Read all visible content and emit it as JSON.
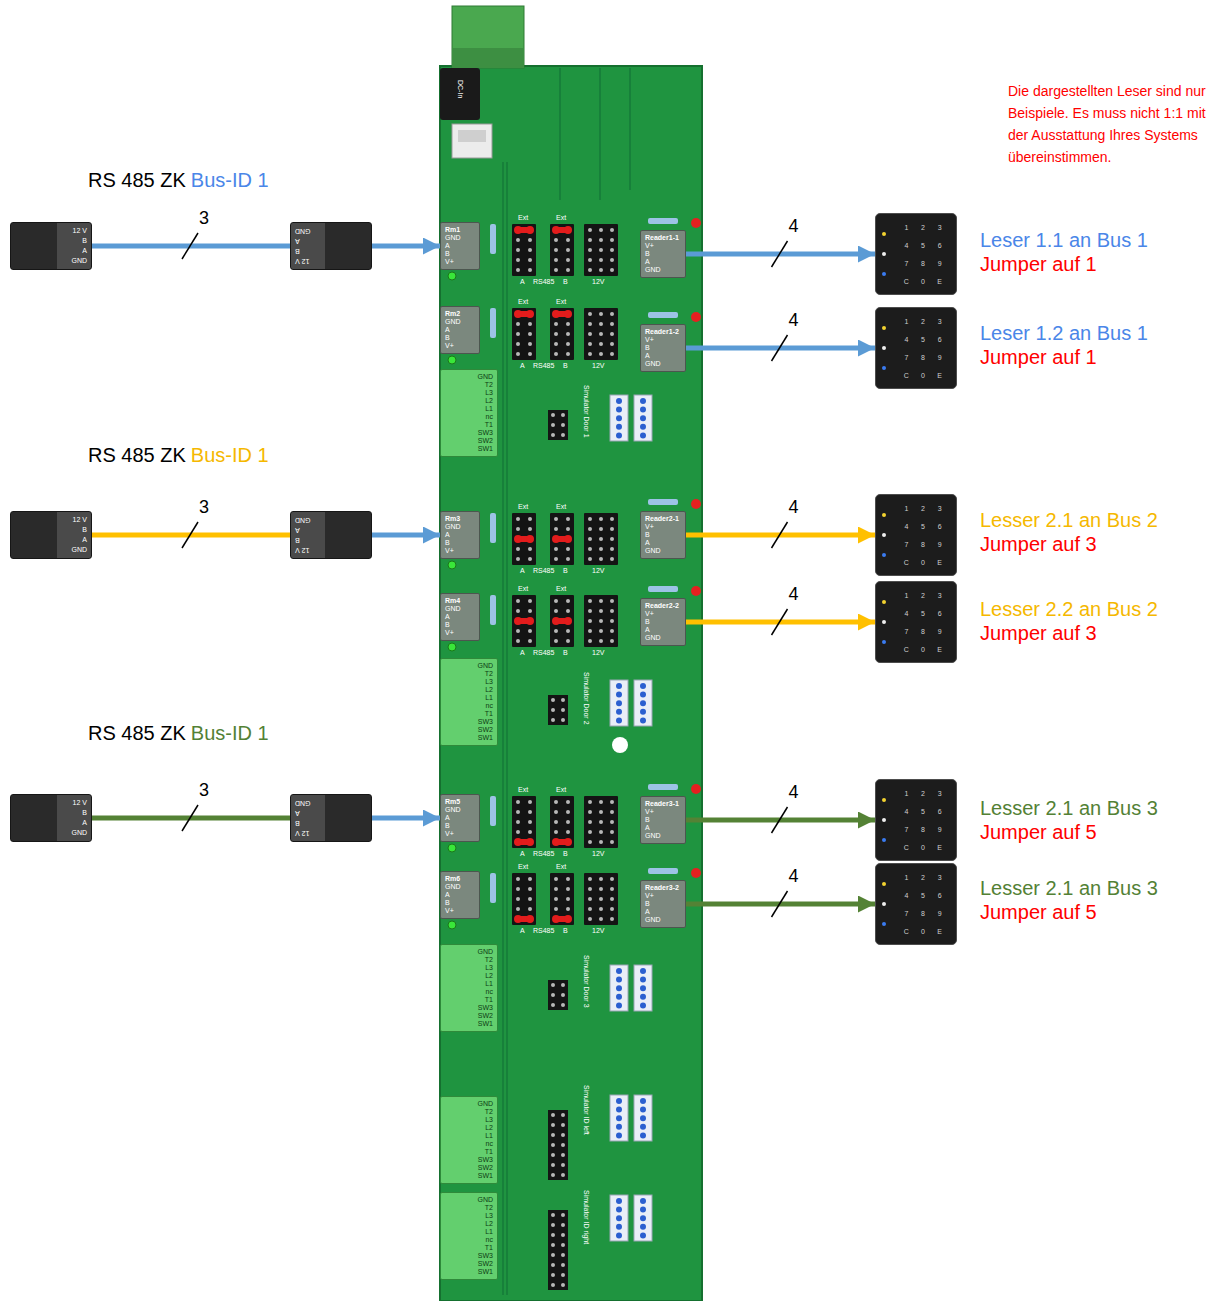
{
  "diagram": {
    "nodes": [
      {
        "text": [
          "12 V",
          "B",
          "A",
          "GND"
        ]
      },
      {
        "text": [
          "12 V",
          "B",
          "A",
          "GND"
        ]
      },
      {
        "text": [
          "Rm1",
          "GND",
          "A",
          "B",
          "V+"
        ]
      },
      {
        "text": [
          "Reader1-1",
          "V+",
          "B",
          "A",
          "GND"
        ]
      },
      {
        "text": [
          "1",
          "2",
          "3",
          "4",
          "5",
          "6",
          "7",
          "8",
          "9",
          "C",
          "0",
          "E"
        ]
      },
      {
        "text": [
          "Rm2",
          "GND",
          "A",
          "B",
          "V+"
        ]
      },
      {
        "text": [
          "Reader1-2",
          "V+",
          "B",
          "A",
          "GND"
        ]
      },
      {
        "text": [
          "1",
          "2",
          "3",
          "4",
          "5",
          "6",
          "7",
          "8",
          "9",
          "C",
          "0",
          "E"
        ]
      },
      {
        "text": [
          "GND",
          "T2",
          "L3",
          "L2",
          "L1",
          "nc",
          "T1",
          "SW3",
          "SW2",
          "SW1"
        ]
      },
      {
        "text": [
          "12 V",
          "B",
          "A",
          "GND"
        ]
      },
      {
        "text": [
          "12 V",
          "B",
          "A",
          "GND"
        ]
      },
      {
        "text": [
          "Rm3",
          "GND",
          "A",
          "B",
          "V+"
        ]
      },
      {
        "text": [
          "Reader2-1",
          "V+",
          "B",
          "A",
          "GND"
        ]
      },
      {
        "text": [
          "1",
          "2",
          "3",
          "4",
          "5",
          "6",
          "7",
          "8",
          "9",
          "C",
          "0",
          "E"
        ]
      },
      {
        "text": [
          "Rm4",
          "GND",
          "A",
          "B",
          "V+"
        ]
      },
      {
        "text": [
          "Reader2-2",
          "V+",
          "B",
          "A",
          "GND"
        ]
      },
      {
        "text": [
          "1",
          "2",
          "3",
          "4",
          "5",
          "6",
          "7",
          "8",
          "9",
          "C",
          "0",
          "E"
        ]
      },
      {
        "text": [
          "GND",
          "T2",
          "L3",
          "L2",
          "L1",
          "nc",
          "T1",
          "SW3",
          "SW2",
          "SW1"
        ]
      },
      {
        "text": [
          "12 V",
          "B",
          "A",
          "GND"
        ]
      },
      {
        "text": [
          "12 V",
          "B",
          "A",
          "GND"
        ]
      },
      {
        "text": [
          "Rm5",
          "GND",
          "A",
          "B",
          "V+"
        ]
      },
      {
        "text": [
          "Reader3-1",
          "V+",
          "B",
          "A",
          "GND"
        ]
      },
      {
        "text": [
          "1",
          "2",
          "3",
          "4",
          "5",
          "6",
          "7",
          "8",
          "9",
          "C",
          "0",
          "E"
        ]
      },
      {
        "text": [
          "Rm6",
          "GND",
          "A",
          "B",
          "V+"
        ]
      },
      {
        "text": [
          "Reader3-2",
          "V+",
          "B",
          "A",
          "GND"
        ]
      },
      {
        "text": [
          "1",
          "2",
          "3",
          "4",
          "5",
          "6",
          "7",
          "8",
          "9",
          "C",
          "0",
          "E"
        ]
      },
      {
        "text": [
          "GND",
          "T2",
          "L3",
          "L2",
          "L1",
          "nc",
          "T1",
          "SW3",
          "SW2",
          "SW1"
        ]
      },
      {
        "text": [
          "GND",
          "T2",
          "L3",
          "L2",
          "L1",
          "nc",
          "T1",
          "SW3",
          "SW2",
          "SW1"
        ]
      },
      {
        "text": [
          "GND",
          "T2",
          "L3",
          "L2",
          "L1",
          "nc",
          "T1",
          "SW3",
          "SW2",
          "SW1"
        ]
      }
    ],
    "edges": [
      {
        "from": 0,
        "to": 1,
        "arrow": "none",
        "label": "3"
      },
      {
        "from": 1,
        "to": 2,
        "arrow": "to"
      },
      {
        "from": 3,
        "to": 4,
        "arrow": "to",
        "label": "4"
      },
      {
        "from": 6,
        "to": 7,
        "arrow": "to",
        "label": "4"
      },
      {
        "from": 9,
        "to": 10,
        "arrow": "none",
        "label": "3"
      },
      {
        "from": 10,
        "to": 11,
        "arrow": "to"
      },
      {
        "from": 12,
        "to": 13,
        "arrow": "to",
        "label": "4"
      },
      {
        "from": 15,
        "to": 16,
        "arrow": "to",
        "label": "4"
      },
      {
        "from": 18,
        "to": 19,
        "arrow": "none",
        "label": "3"
      },
      {
        "from": 19,
        "to": 20,
        "arrow": "to"
      },
      {
        "from": 21,
        "to": 22,
        "arrow": "to",
        "label": "4"
      },
      {
        "from": 24,
        "to": 25,
        "arrow": "to",
        "label": "4"
      }
    ],
    "labels": [
      "Die dargestellten Leser sind nur Beispiele. Es muss nicht 1:1 mit der Ausstattung Ihres Systems übereinstimmen.",
      "RS 485 ZK",
      "Bus-ID 1",
      "RS 485 ZK",
      "Bus-ID 1",
      "RS 485 ZK",
      "Bus-ID 1",
      "Leser 1.1 an Bus 1",
      "Jumper auf 1",
      "Leser 1.2 an Bus 1",
      "Jumper auf 1",
      "Lesser 2.1 an Bus 2",
      "Jumper auf 3",
      "Lesser 2.2 an Bus 2",
      "Jumper auf 3",
      "Lesser 2.1 an Bus 3",
      "Jumper auf 5",
      "Lesser 2.1 an Bus 3",
      "Jumper auf 5",
      "DC-In",
      "Simulator Door 1",
      "Simulator Door 2",
      "Simulator Door 3",
      "Simulator ID left",
      "Simulator ID right",
      "Ext",
      "Ext",
      "A",
      "RS485",
      "B",
      "12V",
      "Ext",
      "Ext",
      "A",
      "RS485",
      "B",
      "12V",
      "Ext",
      "Ext",
      "A",
      "RS485",
      "B",
      "12V",
      "Ext",
      "Ext",
      "A",
      "RS485",
      "B",
      "12V",
      "Ext",
      "Ext",
      "A",
      "RS485",
      "B",
      "12V",
      "Ext",
      "Ext",
      "A",
      "RS485",
      "B",
      "12V"
    ]
  }
}
